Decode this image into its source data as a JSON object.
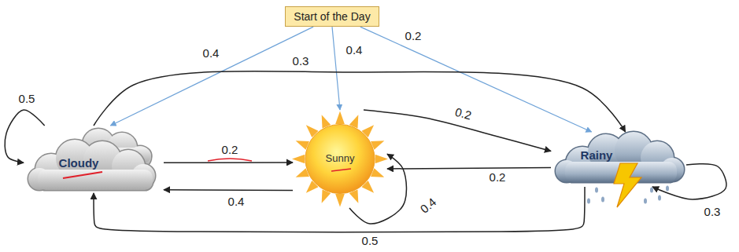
{
  "diagram": {
    "nodes": [
      {
        "text": [
          "Start of the Day"
        ]
      },
      {
        "text": [
          "Cloudy"
        ]
      },
      {
        "text": [
          "Sunny"
        ]
      },
      {
        "text": [
          "Rainy"
        ]
      }
    ],
    "edges": [
      {
        "from": 0,
        "to": 1,
        "arrow": "to",
        "label": "0.4"
      },
      {
        "from": 0,
        "to": 2,
        "arrow": "to",
        "label": "0.4"
      },
      {
        "from": 0,
        "to": 3,
        "arrow": "to",
        "label": "0.2"
      },
      {
        "from": 1,
        "to": 1,
        "arrow": "to",
        "label": "0.5"
      },
      {
        "from": 1,
        "to": 3,
        "arrow": "to",
        "label": "0.3"
      },
      {
        "from": 1,
        "to": 2,
        "arrow": "to",
        "label": "0.2"
      },
      {
        "from": 2,
        "to": 1,
        "arrow": "to",
        "label": "0.4"
      },
      {
        "from": 2,
        "to": 3,
        "arrow": "to",
        "label": "0.2"
      },
      {
        "from": 3,
        "to": 2,
        "arrow": "to",
        "label": "0.2"
      },
      {
        "from": 2,
        "to": 2,
        "arrow": "to",
        "label": "0.4"
      },
      {
        "from": 3,
        "to": 3,
        "arrow": "to",
        "label": "0.3"
      },
      {
        "from": 3,
        "to": 1,
        "arrow": "to",
        "label": "0.5"
      }
    ]
  }
}
